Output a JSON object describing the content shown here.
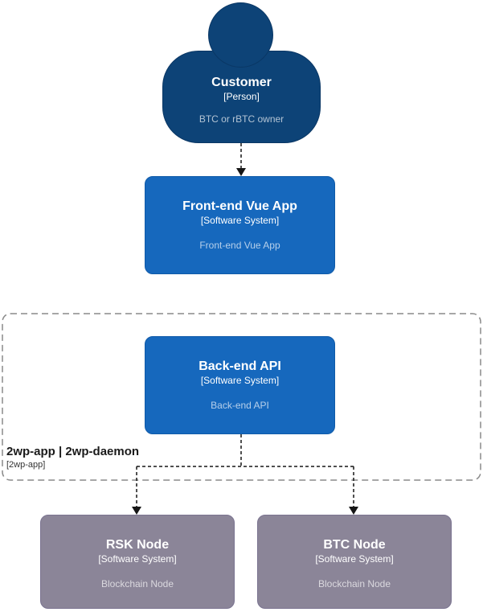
{
  "diagram": {
    "person": {
      "name": "Customer",
      "type": "[Person]",
      "description": "BTC or rBTC owner"
    },
    "frontend": {
      "name": "Front-end Vue App",
      "type": "[Software System]",
      "description": "Front-end Vue App"
    },
    "boundary": {
      "title": "2wp-app | 2wp-daemon",
      "subtitle": "[2wp-app]"
    },
    "backend": {
      "name": "Back-end API",
      "type": "[Software System]",
      "description": "Back-end API"
    },
    "rsk_node": {
      "name": "RSK Node",
      "type": "[Software System]",
      "description": "Blockchain Node"
    },
    "btc_node": {
      "name": "BTC Node",
      "type": "[Software System]",
      "description": "Blockchain Node"
    },
    "colors": {
      "person_fill": "#0d4377",
      "person_stroke": "#0a3765",
      "system_fill": "#1668bd",
      "system_stroke": "#0f5aa8",
      "external_fill": "#8b8598",
      "external_stroke": "#7a7390",
      "boundary_border": "#8a8a8a",
      "connector": "#161616"
    }
  }
}
